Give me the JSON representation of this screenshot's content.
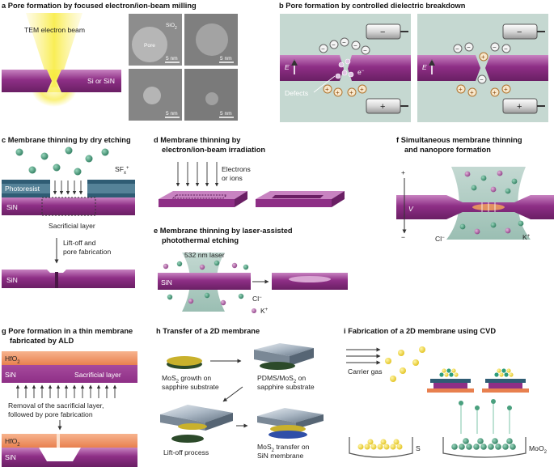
{
  "panels": {
    "a": {
      "letter": "a",
      "title": "Pore formation by focused electron/ion-beam milling",
      "beam_label": "TEM electron beam",
      "membrane_label": "Si or SiN",
      "oxide_label": "SiO",
      "oxide_sub": "2",
      "pore_label": "Pore",
      "scale_label": "5 nm"
    },
    "b": {
      "letter": "b",
      "title": "Pore formation by controlled dielectric breakdown",
      "field_label": "E",
      "electron_label": "e",
      "electron_sup": "−",
      "defects_label": "Defects",
      "minus": "−",
      "plus": "+"
    },
    "c": {
      "letter": "c",
      "title": "Membrane thinning by dry etching",
      "gas_label": "SF",
      "gas_sub": "x",
      "gas_sup": "+",
      "photoresist_label": "Photoresist",
      "membrane_label": "SiN",
      "sacrificial_label": "Sacrificial layer",
      "step_line1": "Lift-off and",
      "step_line2": "pore fabrication",
      "membrane_label_2": "SiN"
    },
    "d": {
      "letter": "d",
      "title_line1": "Membrane thinning by",
      "title_line2": "electron/ion-beam irradiation",
      "beam_line1": "Electrons",
      "beam_line2": "or ions"
    },
    "e": {
      "letter": "e",
      "title_line1": "Membrane thinning by laser-assisted",
      "title_line2": "photothermal etching",
      "laser_label": "532 nm laser",
      "membrane_label": "SiN",
      "anion_label": "Cl",
      "anion_sup": "−",
      "cation_label": "K",
      "cation_sup": "+"
    },
    "f": {
      "letter": "f",
      "title_line1": "Simultaneous membrane thinning",
      "title_line2": "and nanopore formation",
      "plus": "+",
      "minus": "−",
      "voltage_label": "V",
      "anion_label": "Cl",
      "anion_sup": "−",
      "cation_label": "K",
      "cation_sup": "+"
    },
    "g": {
      "letter": "g",
      "title_line1": "Pore formation in a thin membrane",
      "title_line2": "fabricated by ALD",
      "top_label": "HfO",
      "top_sub": "2",
      "sacrificial_label": "Sacrificial layer",
      "membrane_label": "SiN",
      "step_line1": "Removal of the sacrificial layer,",
      "step_line2": "followed by pore fabrication",
      "top_label_2": "HfO",
      "top_sub_2": "2",
      "membrane_label_2": "SiN"
    },
    "h": {
      "letter": "h",
      "title": "Transfer of a 2D membrane",
      "step1_line1": "MoS",
      "step1_sub": "2",
      "step1_line1b": " growth on",
      "step1_line2": "sapphire substrate",
      "step2_line1a": "PDMS/MoS",
      "step2_sub": "2",
      "step2_line1b": " on",
      "step2_line2": "sapphire substrate",
      "step3_label": "Lift-off process",
      "step4_line1a": "MoS",
      "step4_sub": "2",
      "step4_line1b": " transfer on",
      "step4_line2": "SiN membrane"
    },
    "i": {
      "letter": "i",
      "title": "Fabrication of a 2D membrane using CVD",
      "gas_label": "Carrier gas",
      "source1_label": "S",
      "source2_label": "MoO",
      "source2_sub": "2"
    }
  },
  "colors": {
    "membrane": "#8e2f86",
    "membrane_light": "#c77ec0",
    "electrolyte": "#c9d9d4",
    "beam": "#f7ea3c",
    "gas_ball": "#4aa07e",
    "sulfur": "#f3e14a",
    "hfo2": "#f19a6b",
    "photoresist": "#2f5c74"
  }
}
